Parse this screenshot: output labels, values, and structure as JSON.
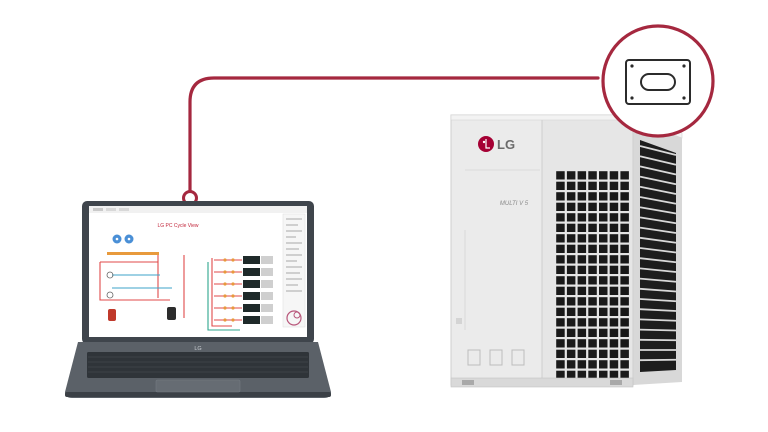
{
  "laptop": {
    "screen_app_title": "LG PC Cycle View",
    "keyboard_brand": "LG"
  },
  "outdoor_unit": {
    "brand": "LG",
    "model_badge": "MULTI V 5"
  },
  "colors": {
    "connection_line": "#a5283f",
    "laptop_body": "#5b6168",
    "unit_body": "#e9e9e9"
  },
  "icons": {
    "connector_port": "connector-port-icon"
  }
}
